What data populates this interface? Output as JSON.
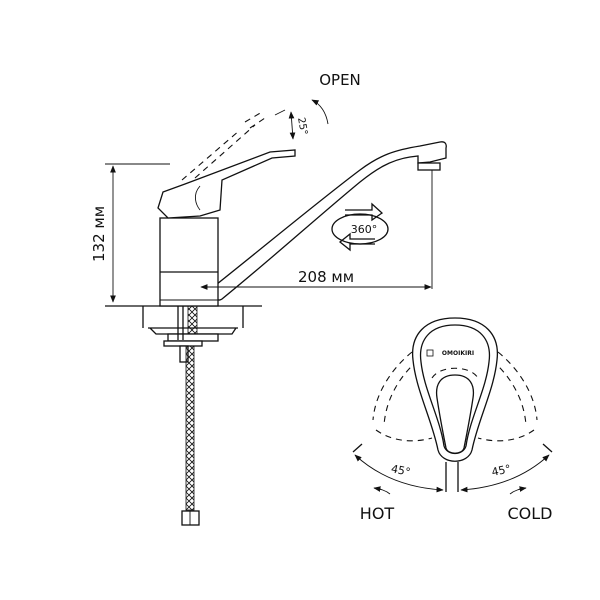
{
  "labels": {
    "open": "OPEN",
    "lever_angle": "25°",
    "height": "132 мм",
    "reach": "208 мм",
    "rotation": "360°",
    "hot_angle": "45°",
    "cold_angle": "45°",
    "hot": "HOT",
    "cold": "COLD"
  },
  "logo": {
    "text": "OMOIKIRI"
  },
  "colors": {
    "line": "#111111",
    "background": "#ffffff"
  }
}
